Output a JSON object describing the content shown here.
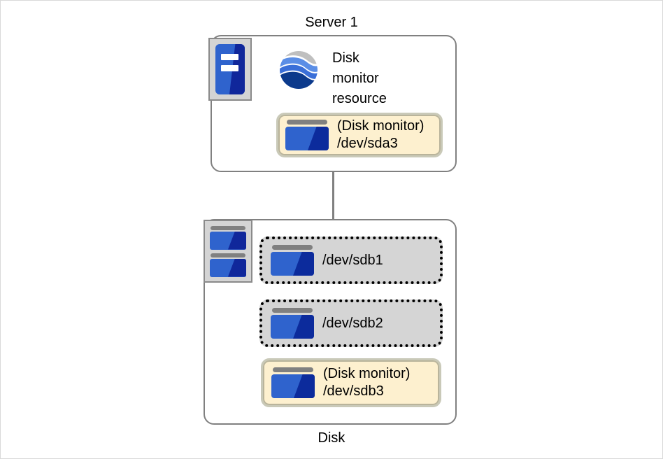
{
  "diagram": {
    "top_caption": "Server 1",
    "bottom_caption": "Disk",
    "server_node": {
      "icon_name": "server-icon",
      "resource_icon_name": "globe-icon",
      "resource_label": "Disk\nmonitor\nresource",
      "monitored_partition": {
        "label": "(Disk monitor)\n/dev/sda3",
        "device": "/dev/sda3",
        "state": "monitored",
        "fill_color": "#fdf0cf"
      }
    },
    "disk_node": {
      "icon_name": "disk-stack-icon",
      "partitions": [
        {
          "label": "/dev/sdb1",
          "device": "/dev/sdb1",
          "state": "unmonitored",
          "fill_color": "#d5d5d5",
          "border_style": "dotted"
        },
        {
          "label": "/dev/sdb2",
          "device": "/dev/sdb2",
          "state": "unmonitored",
          "fill_color": "#d5d5d5",
          "border_style": "dotted"
        },
        {
          "label": "(Disk monitor)\n/dev/sdb3",
          "device": "/dev/sdb3",
          "state": "monitored",
          "fill_color": "#fdf0cf",
          "border_style": "solid"
        }
      ]
    },
    "connector": {
      "name": "server-disk-link",
      "color": "#808080"
    },
    "colors": {
      "frame_border": "#d9d9d9",
      "container_border": "#808080",
      "icon_panel_fill": "#d4d4d4",
      "disk_blue": "#2f63cd",
      "disk_dark_blue": "#0c2b9c",
      "disk_gray_bar": "#808080",
      "monitor_yellow": "#fdf0cf",
      "partition_gray": "#d5d5d5"
    }
  }
}
